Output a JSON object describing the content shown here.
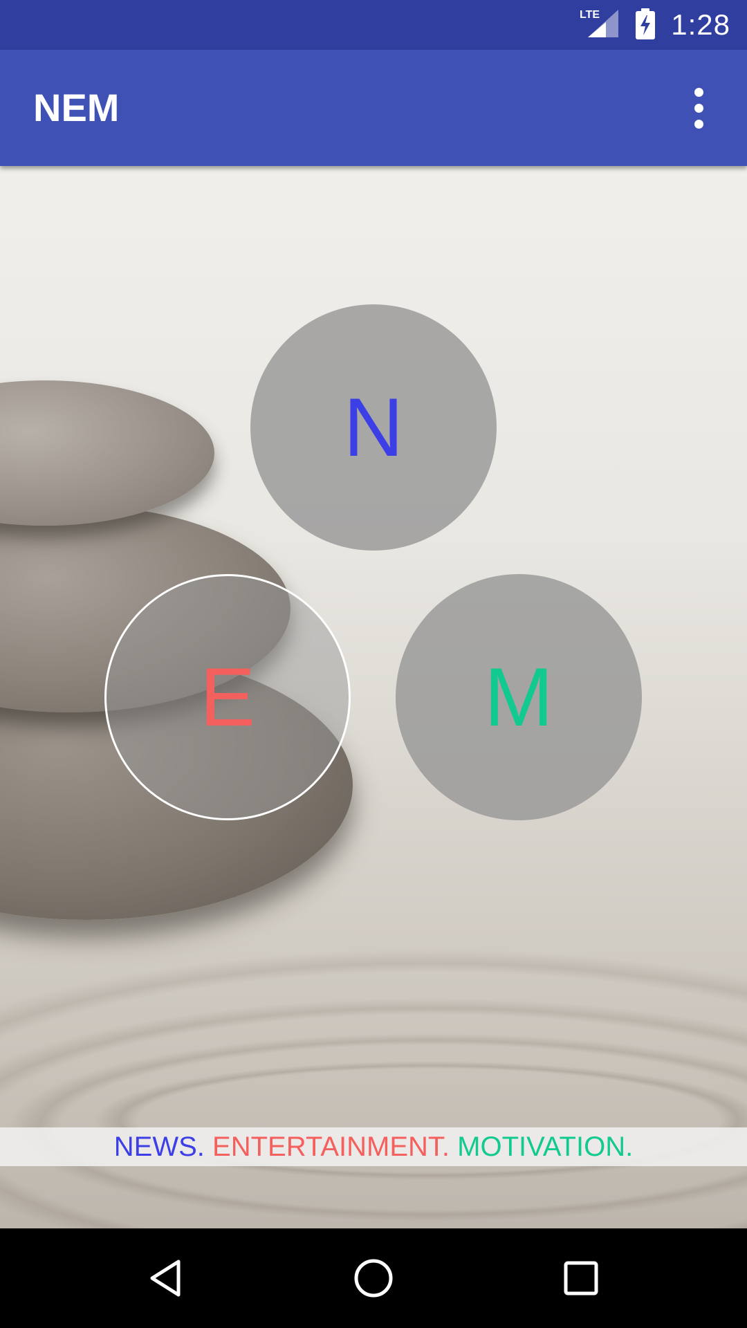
{
  "status_bar": {
    "network_label": "LTE",
    "time": "1:28"
  },
  "app_bar": {
    "title": "NEM"
  },
  "categories": [
    {
      "letter": "N",
      "color": "#3D3FE6"
    },
    {
      "letter": "E",
      "color": "#F4605D"
    },
    {
      "letter": "M",
      "color": "#12C98F"
    }
  ],
  "tagline": {
    "news": "NEWS.",
    "entertainment": "ENTERTAINMENT.",
    "motivation": "MOTIVATION."
  },
  "colors": {
    "status_bar": "#303F9F",
    "app_bar": "#3F51B5",
    "news": "#3D3FE6",
    "entertainment": "#F4605D",
    "motivation": "#12C98F"
  },
  "icons": {
    "signal": "signal-icon",
    "battery": "battery-charging-icon",
    "overflow": "more-vert-icon",
    "back": "back-icon",
    "home": "home-icon",
    "recents": "recents-icon"
  }
}
